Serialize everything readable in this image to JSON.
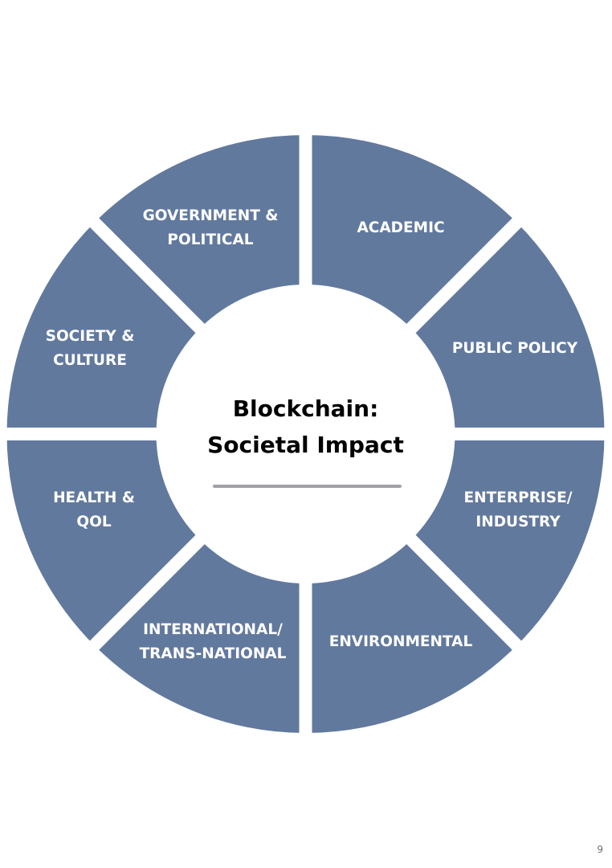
{
  "diagram": {
    "center_title_lines": [
      "Blockchain:",
      "Societal Impact"
    ],
    "segments": [
      {
        "id": "academic",
        "lines": [
          "ACADEMIC"
        ]
      },
      {
        "id": "public-policy",
        "lines": [
          "PUBLIC POLICY"
        ]
      },
      {
        "id": "enterprise-industry",
        "lines": [
          "ENTERPRISE/",
          "INDUSTRY"
        ]
      },
      {
        "id": "environmental",
        "lines": [
          "ENVIRONMENTAL"
        ]
      },
      {
        "id": "international-trans-national",
        "lines": [
          "INTERNATIONAL/",
          "TRANS-NATIONAL"
        ]
      },
      {
        "id": "health-qol",
        "lines": [
          "HEALTH &",
          "QOL"
        ]
      },
      {
        "id": "society-culture",
        "lines": [
          "SOCIETY &",
          "CULTURE"
        ]
      },
      {
        "id": "government-political",
        "lines": [
          "GOVERNMENT &",
          "POLITICAL"
        ]
      }
    ],
    "colors": {
      "segment_fill": "#62799e",
      "segment_text": "#ffffff",
      "center_fill": "#ffffff",
      "center_text": "#000000",
      "divider": "#a1a1a6"
    }
  },
  "page": {
    "page_number": "9"
  }
}
